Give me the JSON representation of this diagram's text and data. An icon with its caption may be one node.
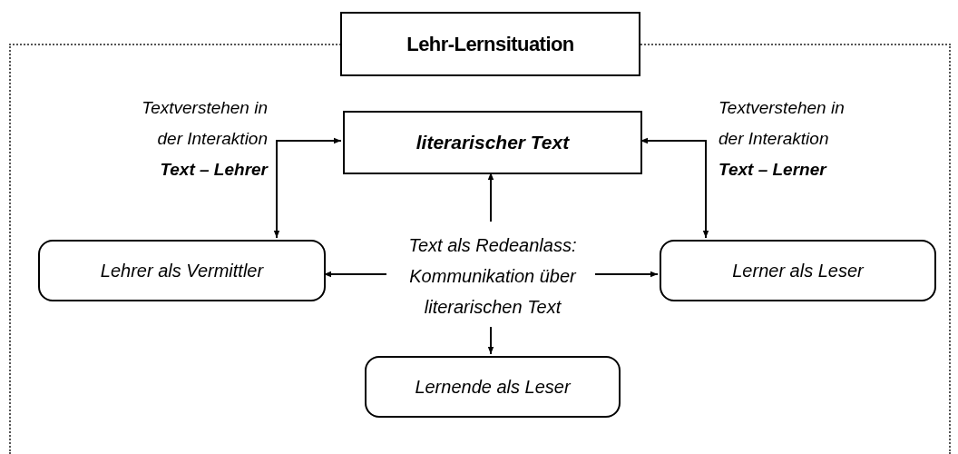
{
  "diagram": {
    "nodes": [
      {
        "text": [],
        "shape": "box"
      },
      {
        "text": [
          "Lehr-Lernsituation"
        ]
      },
      {
        "text": [
          "literarischer Text"
        ],
        "in": 0
      },
      {
        "text": [
          "Text als Redeanlass: Kommunikation über literarischen Text"
        ],
        "in": 0
      },
      {
        "text": [
          "Lehrer als Vermittler"
        ],
        "in": 0
      },
      {
        "text": [
          "Lerner als Leser"
        ],
        "in": 0
      },
      {
        "text": [
          "Lernende als Leser"
        ],
        "in": 0
      }
    ],
    "edges": [
      {
        "from": 2,
        "to": 4,
        "arrow": "both",
        "label": "Textverstehen in der Interaktion **Text – Lehrer**"
      },
      {
        "from": 2,
        "to": 5,
        "arrow": "both",
        "label": "Textverstehen in der Interaktion **Text – Lerner**"
      },
      {
        "from": 3,
        "to": 2,
        "arrow": "to"
      },
      {
        "from": 3,
        "to": 4,
        "arrow": "to"
      },
      {
        "from": 3,
        "to": 5,
        "arrow": "to"
      },
      {
        "from": 3,
        "to": 6,
        "arrow": "to"
      }
    ]
  }
}
